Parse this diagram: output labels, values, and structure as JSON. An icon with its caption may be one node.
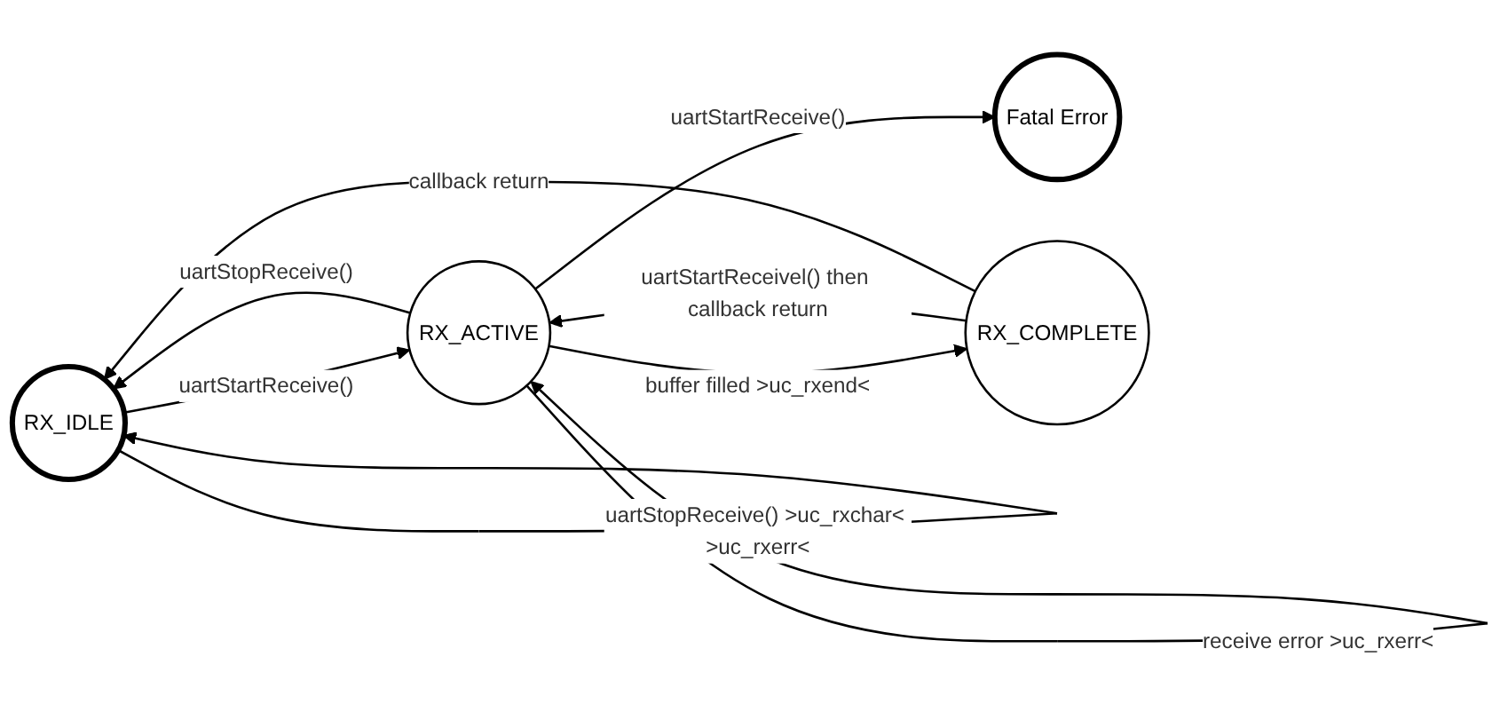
{
  "diagram": {
    "nodes": [
      {
        "text": [
          "RX_IDLE"
        ]
      },
      {
        "text": [
          "RX_ACTIVE"
        ]
      },
      {
        "text": [
          "Fatal Error"
        ]
      },
      {
        "text": [
          "RX_COMPLETE"
        ]
      }
    ],
    "edges": [
      {
        "from": 0,
        "to": 0,
        "arrow": "to",
        "label": "uartStopReceive() >uc_rxchar< >uc_rxerr<"
      },
      {
        "from": 0,
        "to": 1,
        "arrow": "to",
        "label": "uartStartReceive()"
      },
      {
        "from": 1,
        "to": 1,
        "arrow": "to",
        "label": "receive error >uc_rxerr<"
      },
      {
        "from": 1,
        "to": 2,
        "arrow": "to",
        "label": "uartStartReceive()"
      },
      {
        "from": 1,
        "to": 0,
        "arrow": "to",
        "label": "uartStopReceive()"
      },
      {
        "from": 1,
        "to": 3,
        "arrow": "to",
        "label": "buffer filled >uc_rxend<"
      },
      {
        "from": 3,
        "to": 1,
        "arrow": "to",
        "label": "uartStartReceivel() then callback return"
      },
      {
        "from": 3,
        "to": 0,
        "arrow": "to",
        "label": "callback return"
      }
    ]
  }
}
